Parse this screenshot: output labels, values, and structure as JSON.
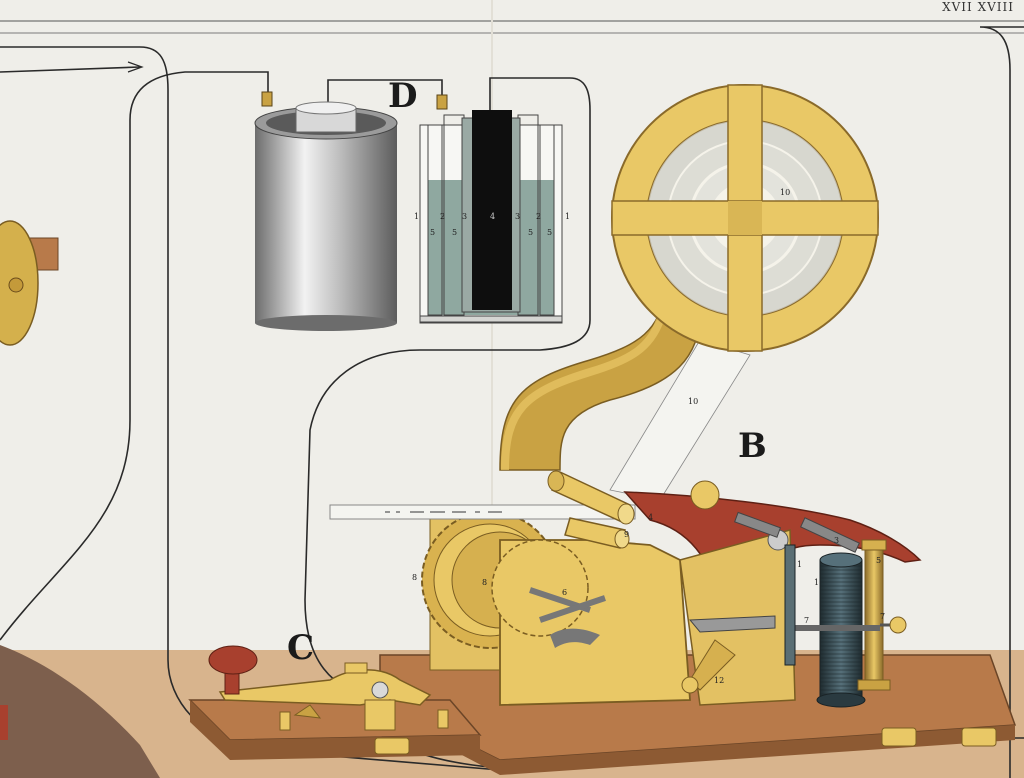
{
  "plate_number": "XVII XVIII",
  "labels": {
    "battery": "D",
    "receiver": "B",
    "key": "C"
  },
  "part_numbers": {
    "cell_outer_left": "1",
    "cell_outer_right": "1",
    "cell_zinc_left": "3",
    "cell_zinc_right": "3",
    "cell_liquid_left": "5",
    "cell_liquid_right": "5",
    "cell_inner_left": "2",
    "cell_inner_right": "2",
    "cell_carbon": "4",
    "cell_inner_a": "5",
    "cell_inner_b": "5",
    "paper_reel": "10",
    "paper_strip": "10",
    "roller_upper": "4",
    "roller_lower": "9",
    "gear_big": "8",
    "gear_hub": "8",
    "ratchet": "6",
    "magnet_post": "1",
    "magnet_post2": "1",
    "armature_arm": "3",
    "coil_screw": "5",
    "tension_screw": "7",
    "armature_rod": "7",
    "crank": "12"
  },
  "colors": {
    "background": "#efeee9",
    "machine": "#e9c866",
    "machine_dark": "#c9a243",
    "wood": "#b87a4a",
    "lever": "#a8402e",
    "coil": "#2f3f45",
    "cell_liquid": "#8fa8a0",
    "ground": "#8a6a55"
  },
  "icons": [
    "battery-cell-icon",
    "paper-reel-icon",
    "telegraph-key-icon",
    "electromagnet-icon"
  ]
}
